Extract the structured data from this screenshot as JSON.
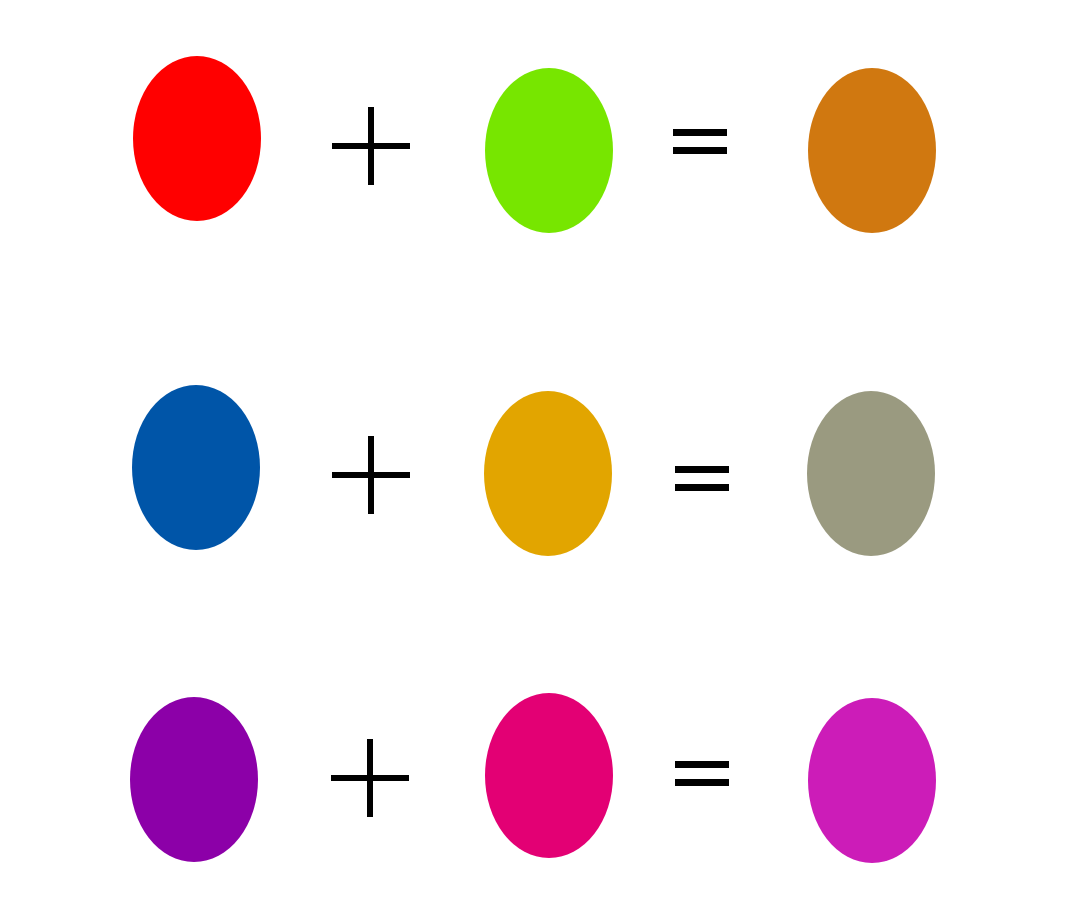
{
  "rows": [
    {
      "left": {
        "color": "#FF0000"
      },
      "operator1": "plus",
      "right": {
        "color": "#77E600"
      },
      "operator2": "equals",
      "result": {
        "color": "#D07810"
      }
    },
    {
      "left": {
        "color": "#0055A8"
      },
      "operator1": "plus",
      "right": {
        "color": "#E2A500"
      },
      "operator2": "equals",
      "result": {
        "color": "#9A9A80"
      }
    },
    {
      "left": {
        "color": "#8C00A8"
      },
      "operator1": "plus",
      "right": {
        "color": "#E30074"
      },
      "operator2": "equals",
      "result": {
        "color": "#CC1CB8"
      }
    }
  ]
}
